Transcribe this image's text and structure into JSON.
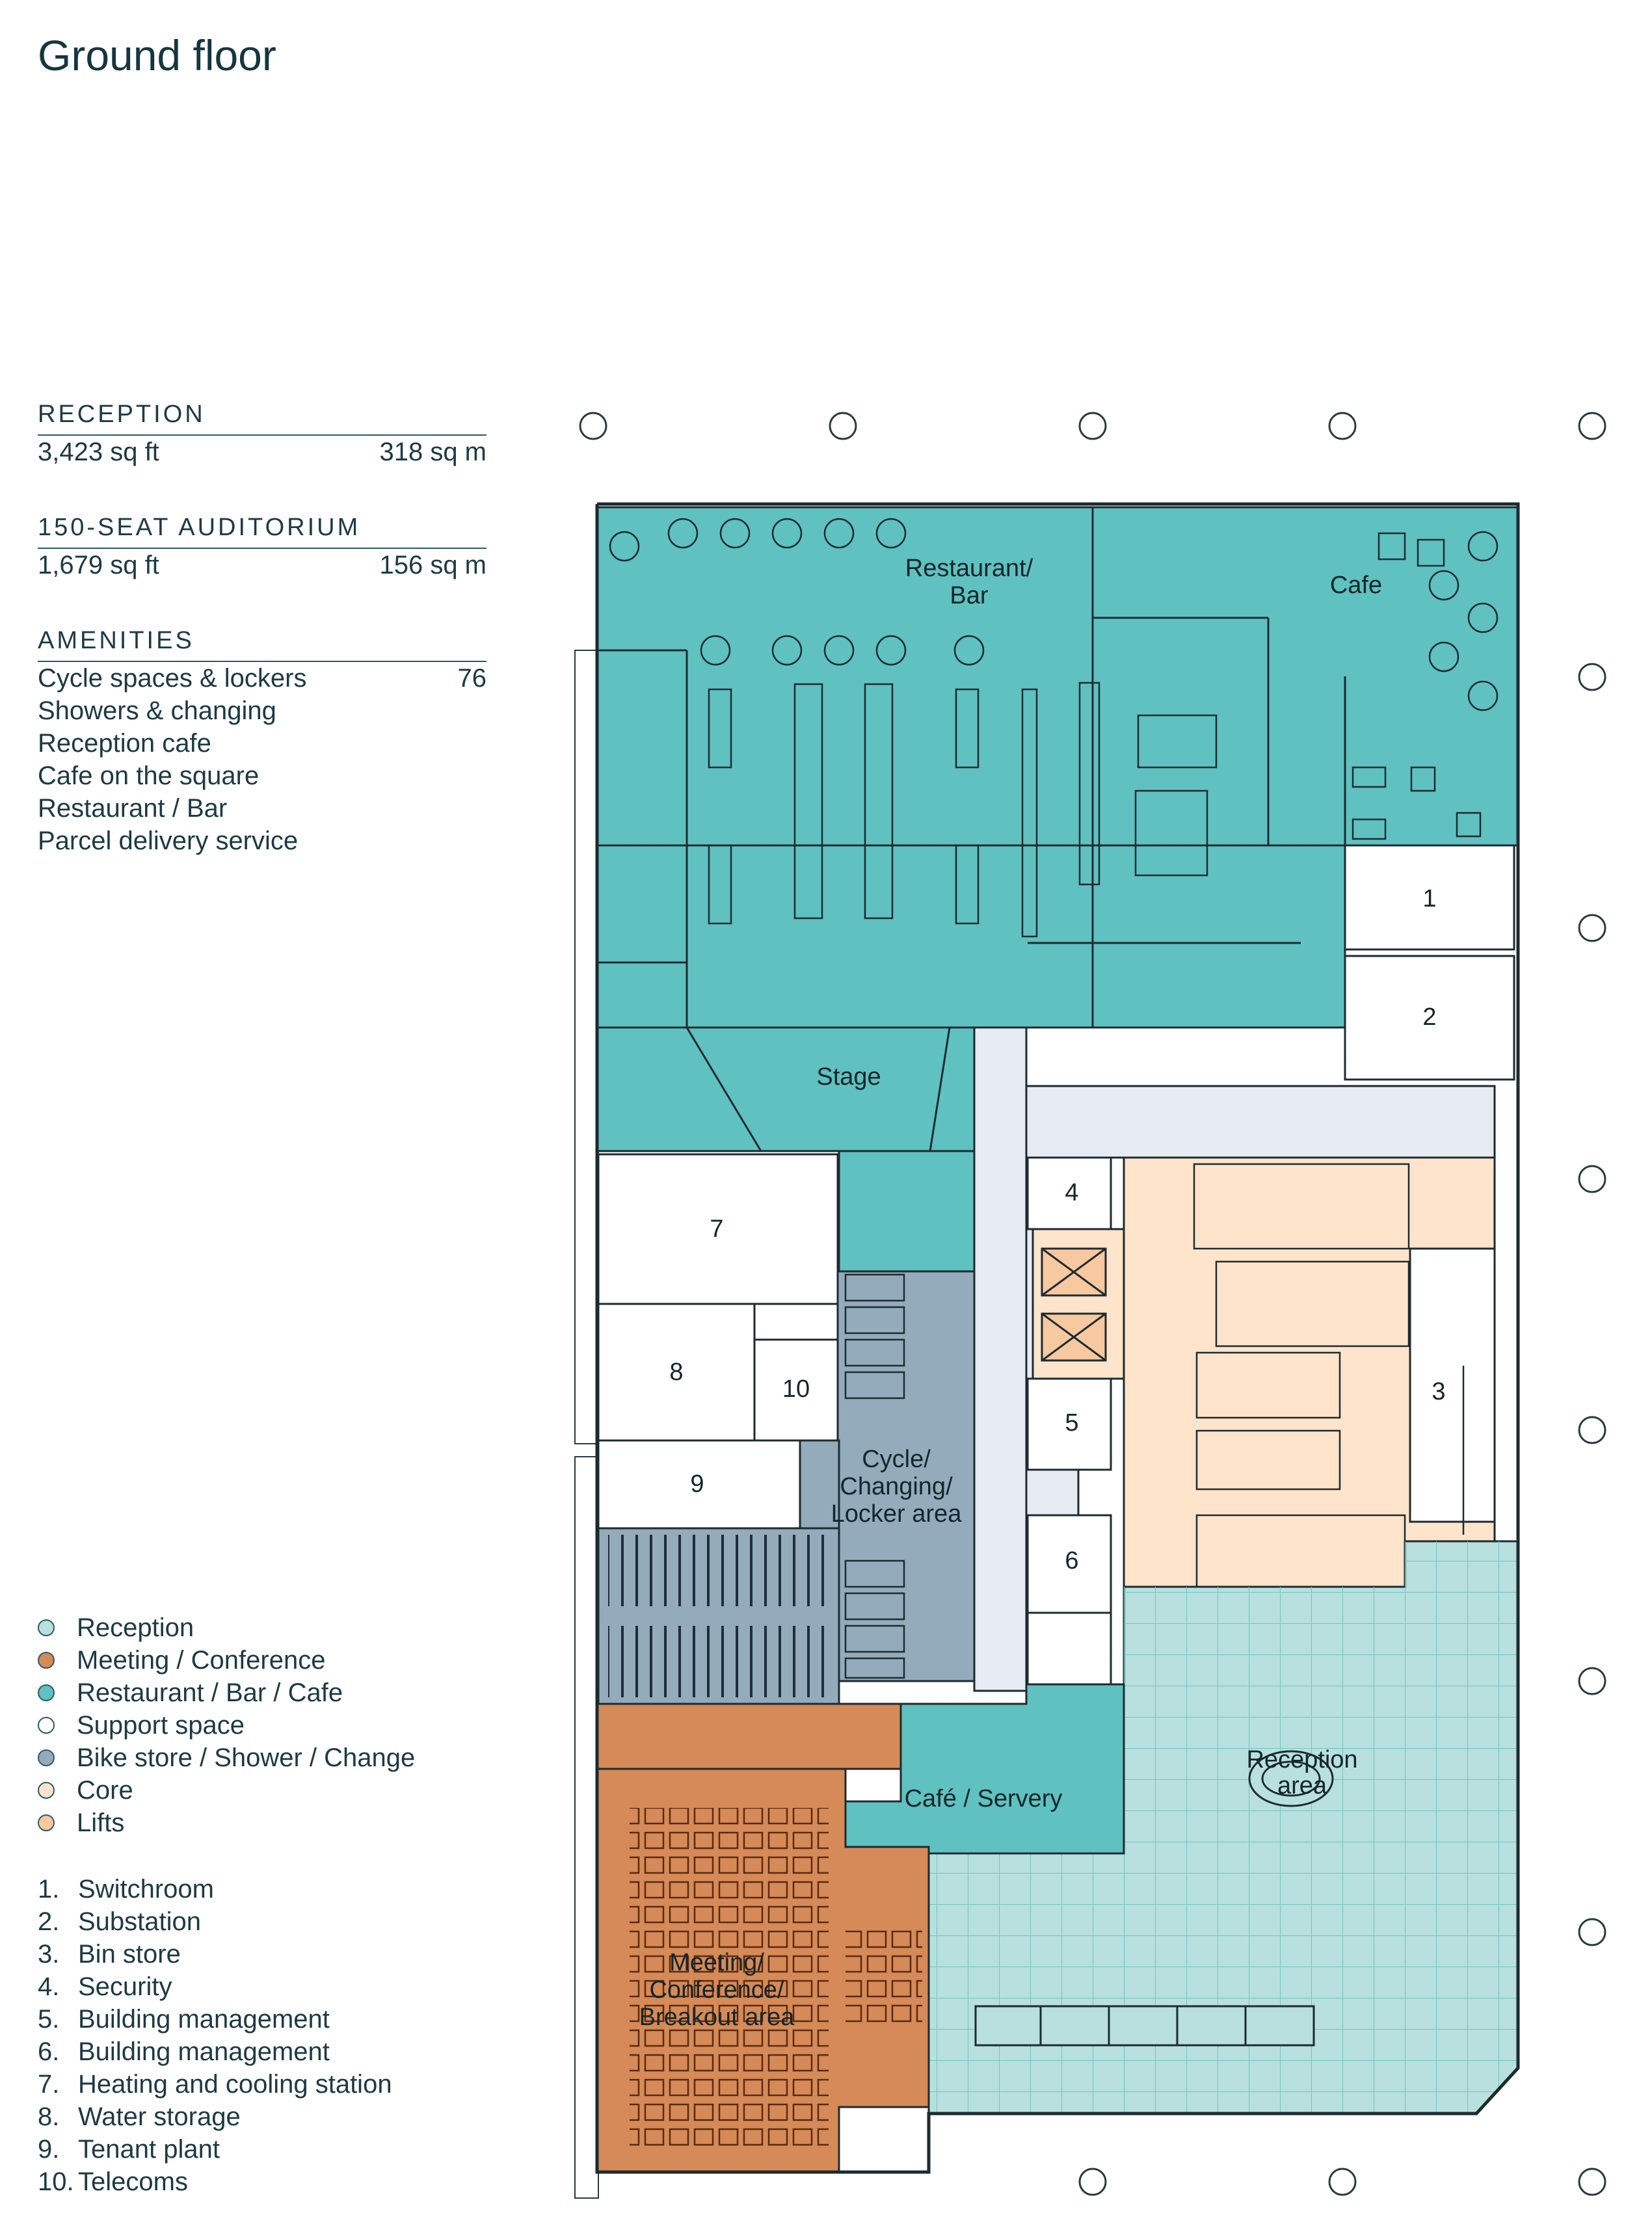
{
  "title": "Ground floor",
  "reception": {
    "heading": "RECEPTION",
    "sqft": "3,423 sq ft",
    "sqm": "318 sq m"
  },
  "auditorium": {
    "heading": "150-SEAT AUDITORIUM",
    "sqft": "1,679 sq ft",
    "sqm": "156 sq m"
  },
  "amenities": {
    "heading": "AMENITIES",
    "items": [
      {
        "label": "Cycle spaces & lockers",
        "value": "76"
      },
      {
        "label": "Showers & changing"
      },
      {
        "label": "Reception cafe"
      },
      {
        "label": "Cafe on the square"
      },
      {
        "label": "Restaurant / Bar"
      },
      {
        "label": "Parcel delivery service"
      }
    ]
  },
  "legend": [
    {
      "label": "Reception",
      "color": "#b8e0de"
    },
    {
      "label": "Meeting / Conference",
      "color": "#d58a57"
    },
    {
      "label": "Restaurant / Bar / Cafe",
      "color": "#5fc1c0"
    },
    {
      "label": "Support space",
      "color": "#ffffff"
    },
    {
      "label": "Bike store / Shower / Change",
      "color": "#93abbb"
    },
    {
      "label": "Core",
      "color": "#fde4cb"
    },
    {
      "label": "Lifts",
      "color": "#f8c8a0"
    }
  ],
  "key": [
    {
      "num": "1.",
      "label": "Switchroom"
    },
    {
      "num": "2.",
      "label": "Substation"
    },
    {
      "num": "3.",
      "label": "Bin store"
    },
    {
      "num": "4.",
      "label": "Security"
    },
    {
      "num": "5.",
      "label": "Building management"
    },
    {
      "num": "6.",
      "label": "Building management"
    },
    {
      "num": "7.",
      "label": "Heating and cooling station"
    },
    {
      "num": "8.",
      "label": "Water storage"
    },
    {
      "num": "9.",
      "label": "Tenant plant"
    },
    {
      "num": "10.",
      "label": "Telecoms"
    }
  ],
  "plan": {
    "restaurant_lines": [
      "Restaurant/",
      "Bar"
    ],
    "cafe": "Cafe",
    "stage": "Stage",
    "cycle_lines": [
      "Cycle/",
      "Changing/",
      "Locker area"
    ],
    "cafe_servery": "Café / Servery",
    "reception_area_lines": [
      "Reception",
      "area"
    ],
    "meeting_lines": [
      "Meeting/",
      "Conference/",
      "Breakout area"
    ],
    "room_numbers": [
      "1",
      "2",
      "3",
      "4",
      "5",
      "6",
      "7",
      "8",
      "9",
      "10"
    ]
  }
}
